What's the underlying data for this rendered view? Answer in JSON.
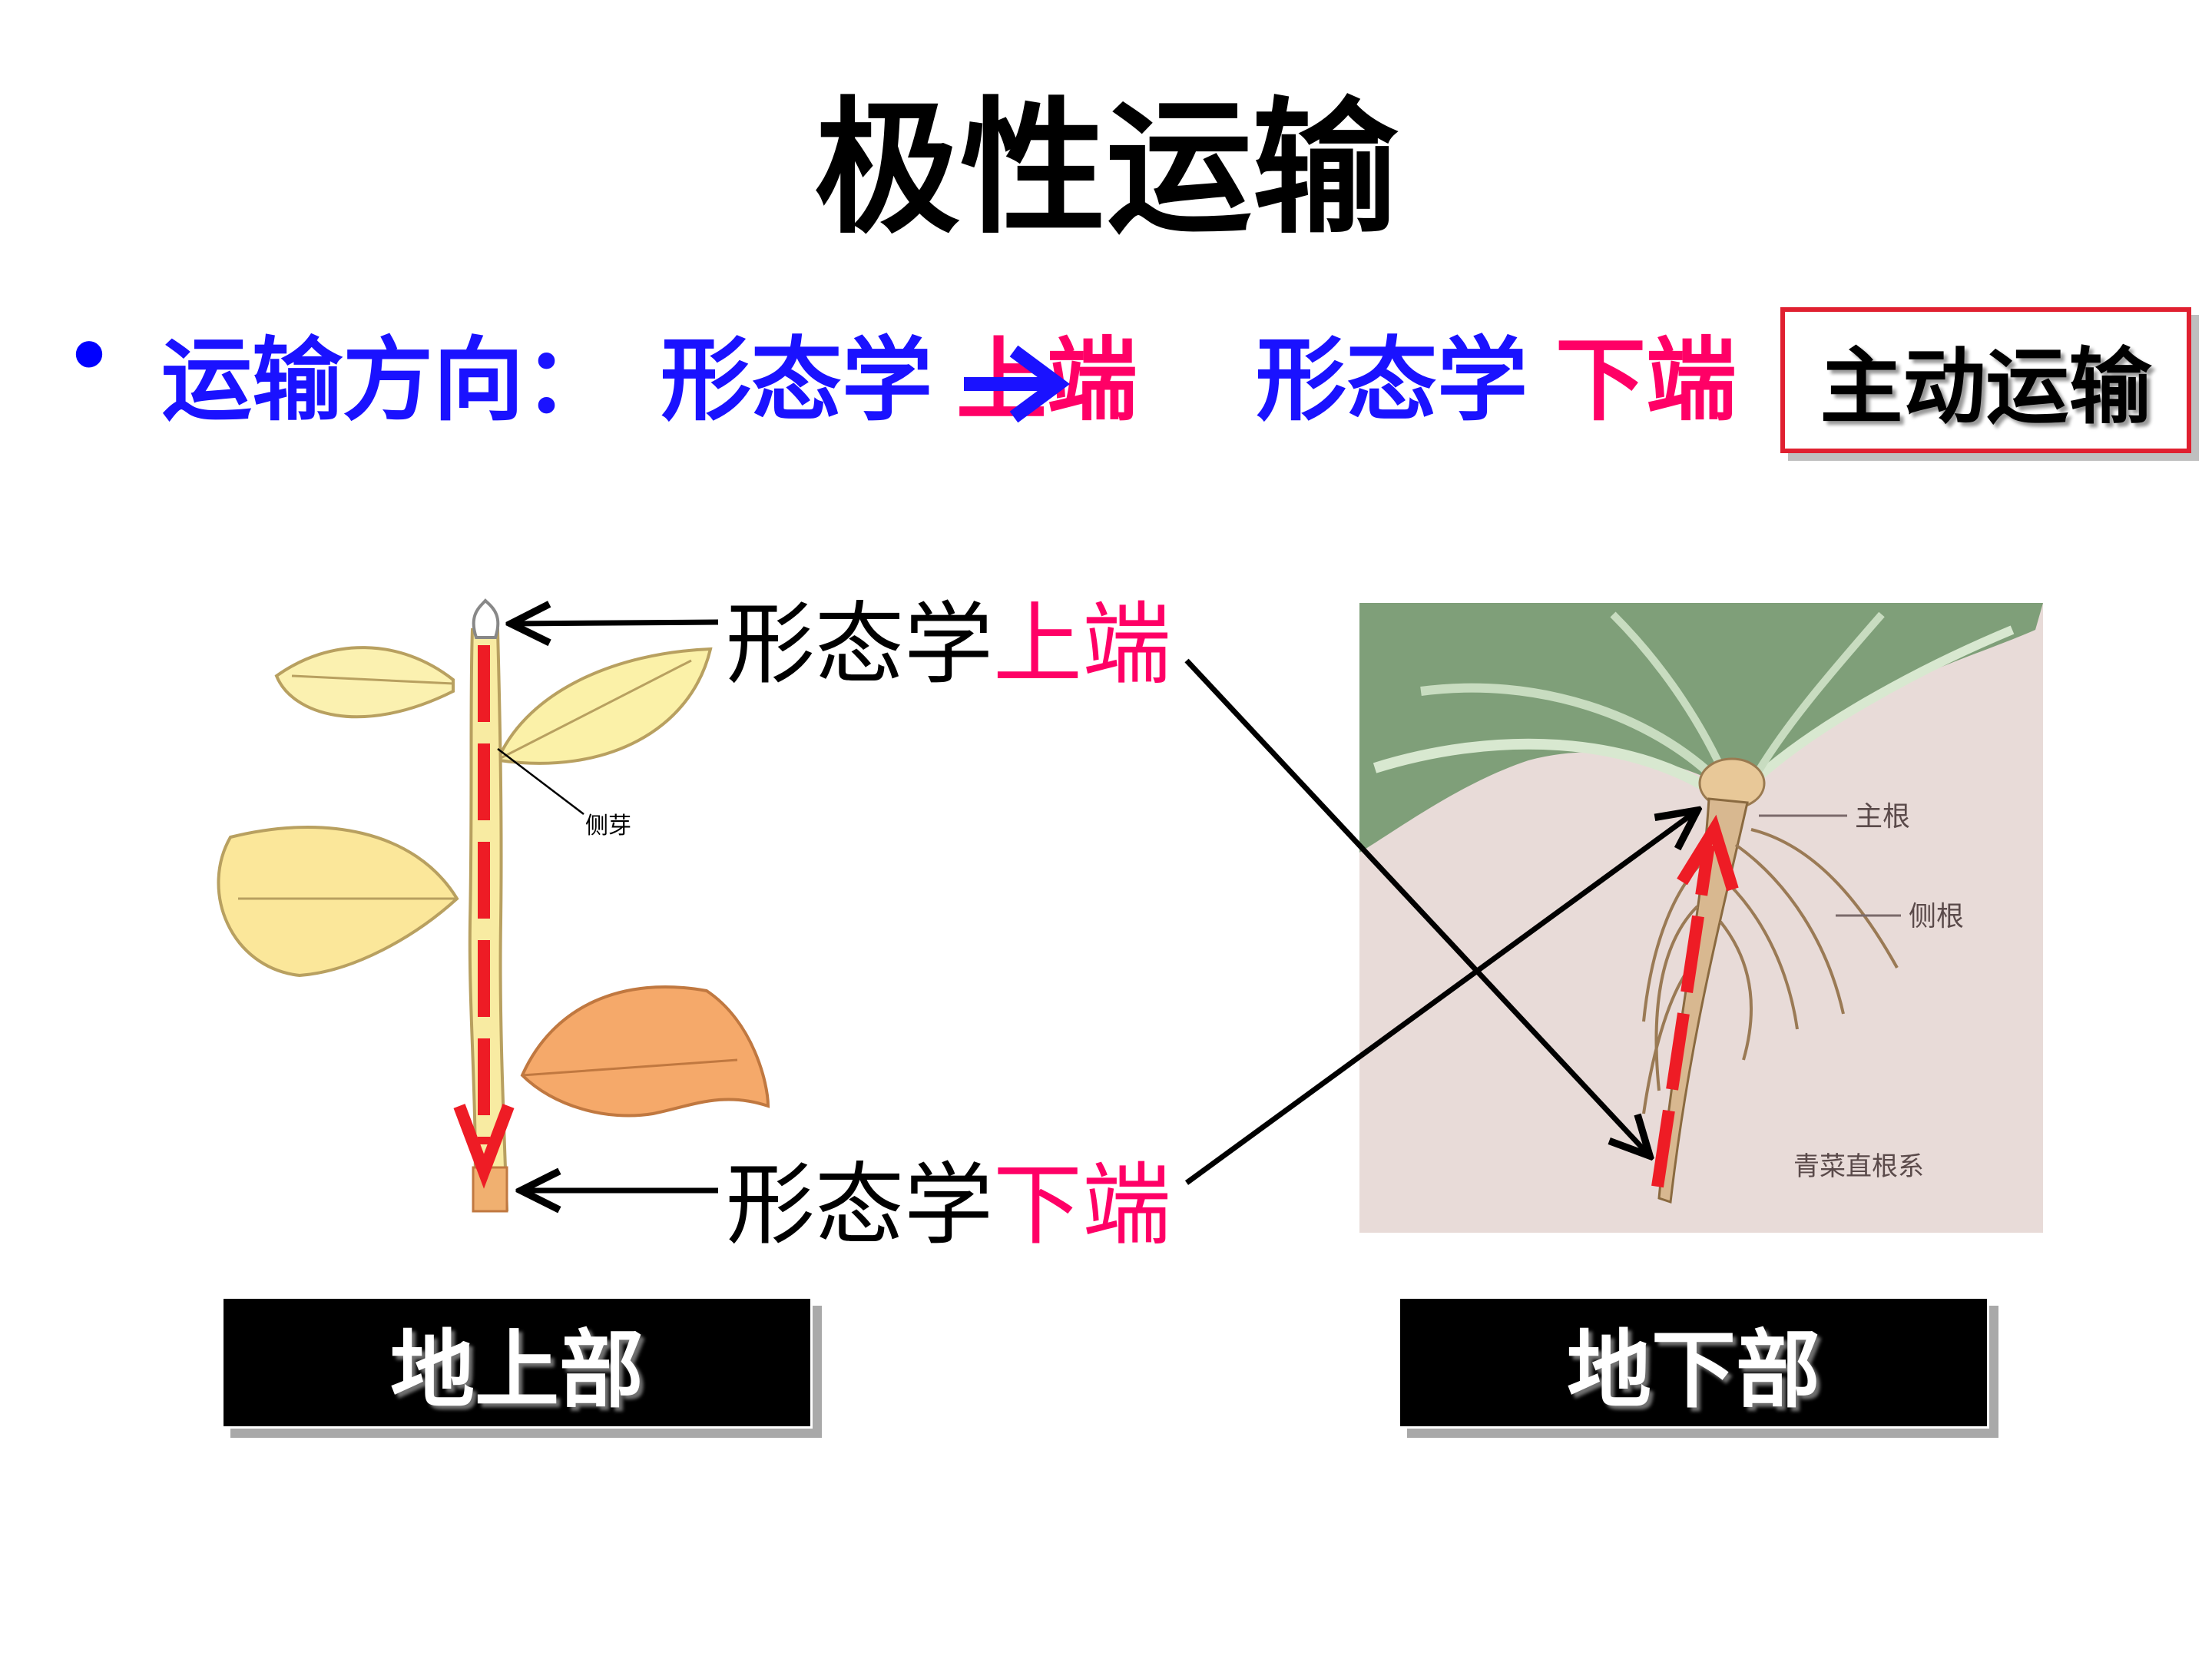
{
  "title": "极性运输",
  "bullet": {
    "label": "运输方向：",
    "from_prefix": "形态学",
    "from_end": "上端",
    "to_prefix": "形态学",
    "to_end": "下端"
  },
  "active_box": "主动运输",
  "labels": {
    "upper_prefix": "形态学",
    "upper_end": "上端",
    "lower_prefix": "形态学",
    "lower_end": "下端"
  },
  "stem_diagram": {
    "lateral_bud": "侧芽"
  },
  "root_photo": {
    "main_root": "主根",
    "lateral_root": "侧根",
    "caption": "青菜直根系"
  },
  "tags": {
    "above": "地上部",
    "below": "地下部"
  },
  "colors": {
    "blue": "#1a12ff",
    "pink": "#ff0066",
    "arrow_red": "#ee1c25"
  }
}
